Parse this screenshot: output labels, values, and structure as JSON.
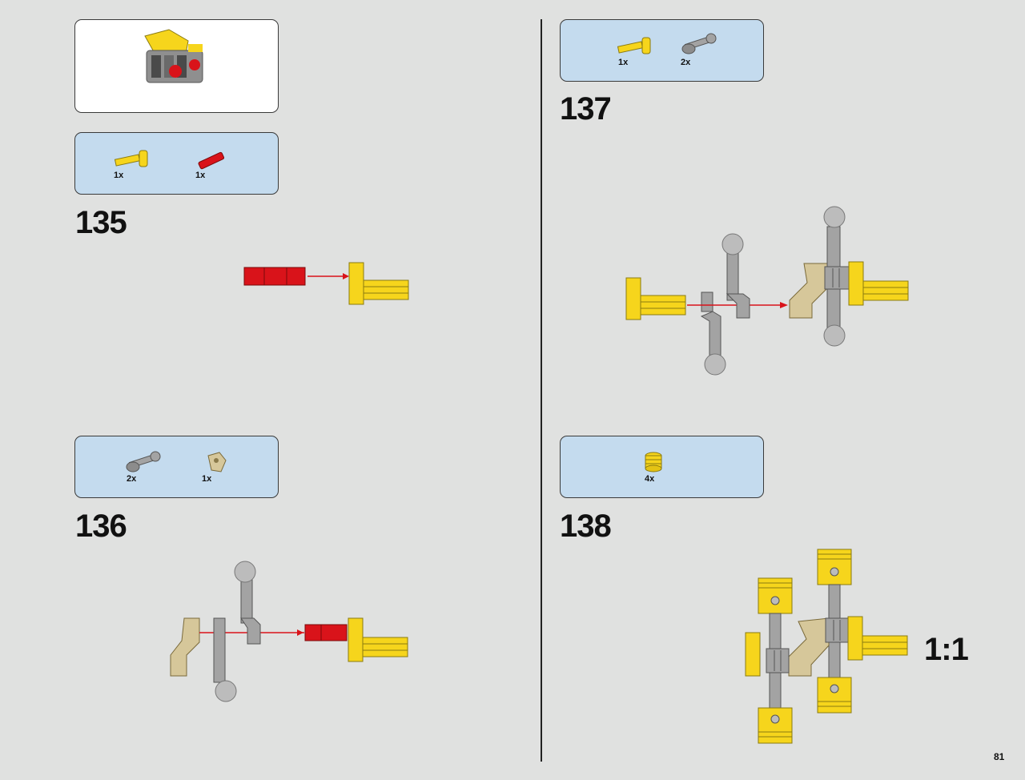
{
  "page_number": "81",
  "divider": true,
  "left_column": {
    "submodel_preview": {
      "icon": "engine-block-submodel-icon"
    },
    "steps": [
      {
        "number": "135",
        "parts": [
          {
            "icon": "yellow-axle-with-stop-icon",
            "qty": "1x"
          },
          {
            "icon": "red-connector-pin-icon",
            "qty": "1x"
          }
        ]
      },
      {
        "number": "136",
        "parts": [
          {
            "icon": "gray-ball-joint-rod-icon",
            "qty": "2x"
          },
          {
            "icon": "tan-crank-piece-icon",
            "qty": "1x"
          }
        ]
      }
    ]
  },
  "right_column": {
    "steps": [
      {
        "number": "137",
        "parts": [
          {
            "icon": "yellow-axle-with-stop-icon",
            "qty": "1x"
          },
          {
            "icon": "gray-ball-joint-rod-icon",
            "qty": "2x"
          }
        ]
      },
      {
        "number": "138",
        "parts": [
          {
            "icon": "yellow-piston-icon",
            "qty": "4x"
          }
        ],
        "scale_label": "1:1"
      }
    ]
  },
  "colors": {
    "background": "#e0e1e0",
    "parts_box": "#c4dbee",
    "yellow": "#f6d51c",
    "red": "#d9131a",
    "gray": "#a3a3a3",
    "tan": "#d6c79a",
    "arrow": "#d9131a"
  }
}
